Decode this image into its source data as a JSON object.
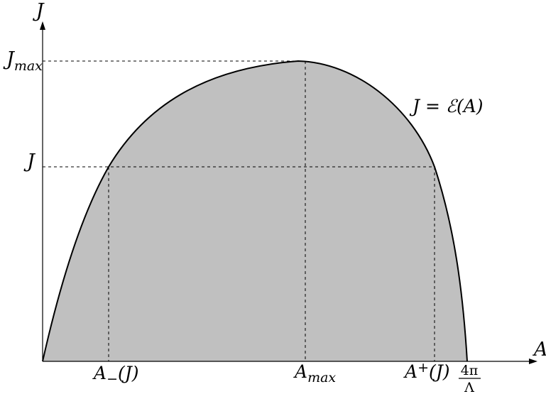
{
  "axes": {
    "y_label": "J",
    "x_label": "A"
  },
  "labels": {
    "jmax_main": "J",
    "jmax_sub": "max",
    "j_level": "J",
    "curve_label": "J = ℰ(A)",
    "a_minus_main": "A",
    "a_minus_sub": "−",
    "a_minus_arg": "(J)",
    "a_max_main": "A",
    "a_max_sub": "max",
    "a_plus_main": "A",
    "a_plus_sub": "+",
    "a_plus_arg": "(J)",
    "frac_num": "4π",
    "frac_den": "Λ"
  },
  "colors": {
    "fill": "#c0c0c0",
    "stroke": "#000000"
  }
}
